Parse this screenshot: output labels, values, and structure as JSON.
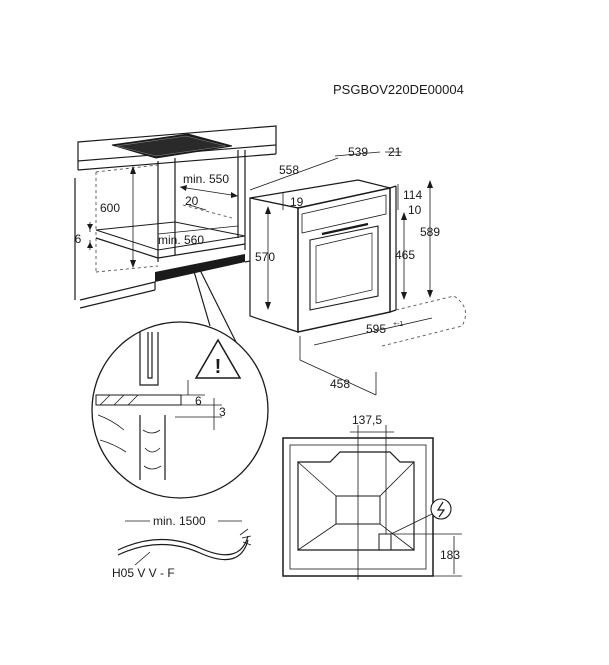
{
  "doc_code": "PSGBOV220DE00004",
  "cabinet": {
    "height": "600",
    "depth_min": "min. 550",
    "vent_gap": "20",
    "width_min": "min. 560",
    "step": "6"
  },
  "oven": {
    "depth": "558",
    "body_depth": "539",
    "panel": "21",
    "top_offset": "19",
    "upper": "114",
    "upper_small": "10",
    "inner_height": "465",
    "total_height": "589",
    "height": "570",
    "width_main": "595",
    "width_tol": "+-1",
    "door_open": "458"
  },
  "detail": {
    "gap_a": "6",
    "gap_b": "3"
  },
  "cable": {
    "length": "min. 1500",
    "type": "H05 V V - F"
  },
  "rear": {
    "offset_x": "137,5",
    "offset_y": "183"
  }
}
